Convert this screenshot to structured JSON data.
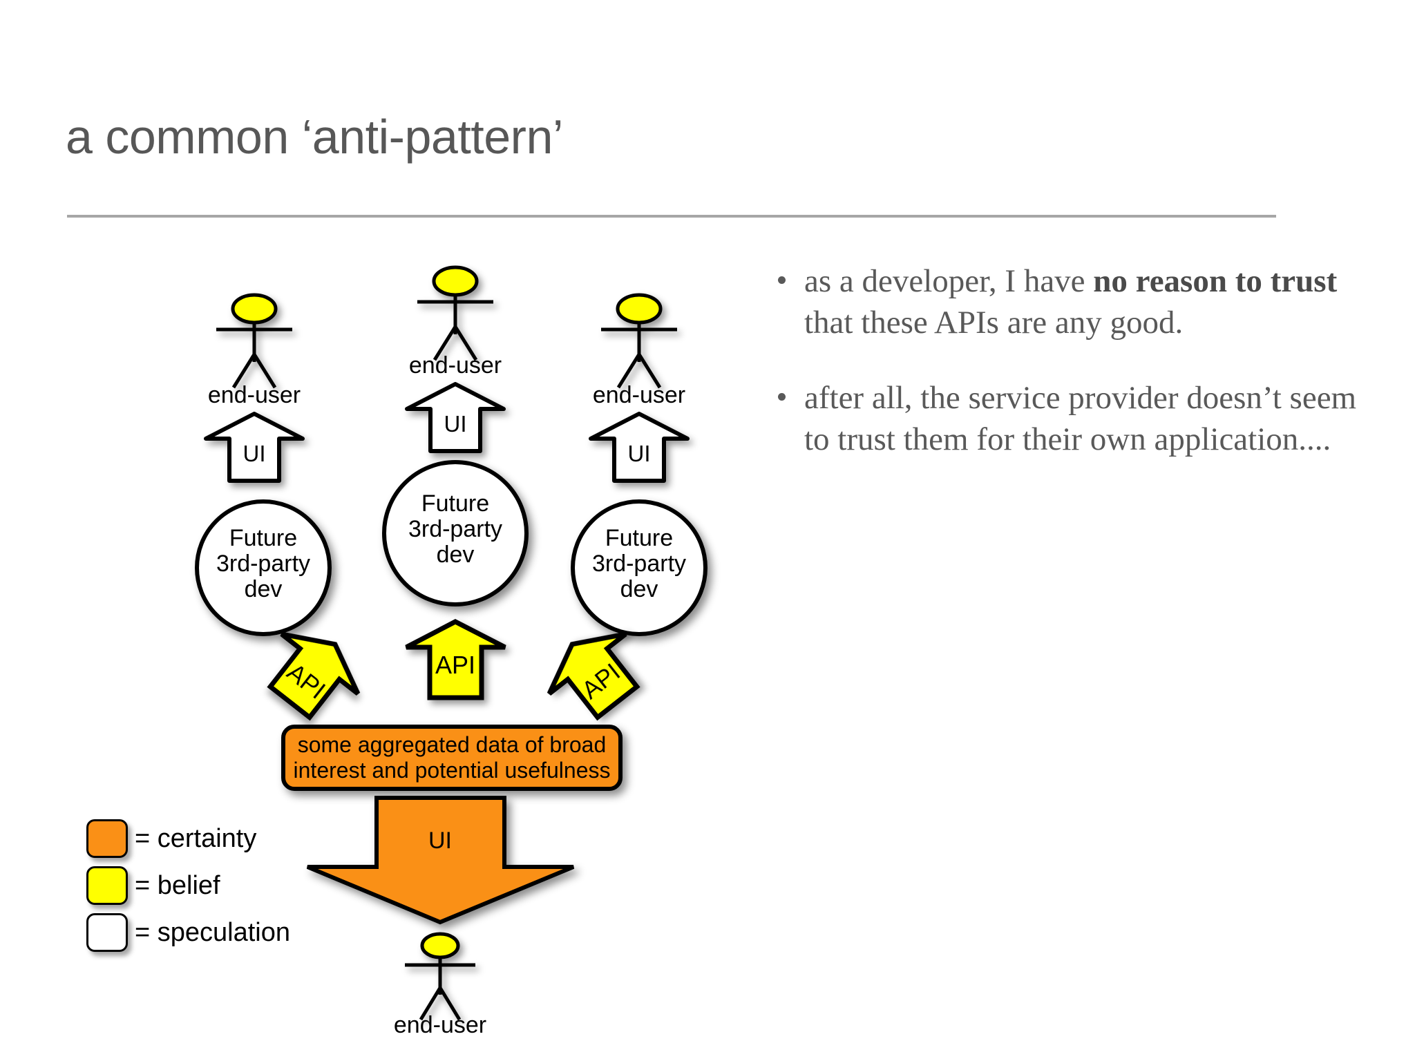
{
  "slide": {
    "title": "a common ‘anti-pattern’",
    "background": "#ffffff",
    "rule_color": "#a6a6a6",
    "title_color": "#575757"
  },
  "bullets": [
    {
      "pre": "as a developer, I have ",
      "bold": "no reason to trust",
      "post": " that these APIs are any good."
    },
    {
      "pre": "after all, the service provider doesn’t seem to trust them for their own application....",
      "bold": "",
      "post": ""
    }
  ],
  "legend": {
    "items": [
      {
        "label": "= certainty",
        "color": "#FA9016"
      },
      {
        "label": "= belief",
        "color": "#FFFF00"
      },
      {
        "label": "= speculation",
        "color": "#FFFFFF"
      }
    ]
  },
  "diagram": {
    "colors": {
      "certainty_orange": "#FA9016",
      "belief_yellow": "#FFFF00",
      "speculation_white": "#FFFFFF",
      "stroke": "#000000",
      "actor_head": "#FFFF00"
    },
    "actors_top": [
      {
        "label": "end-user"
      },
      {
        "label": "end-user"
      },
      {
        "label": "end-user"
      }
    ],
    "ui_arrows_top": [
      {
        "label": "UI"
      },
      {
        "label": "UI"
      },
      {
        "label": "UI"
      }
    ],
    "devs": [
      {
        "line1": "Future",
        "line2": "3rd-party",
        "line3": "dev"
      },
      {
        "line1": "Future",
        "line2": "3rd-party",
        "line3": "dev"
      },
      {
        "line1": "Future",
        "line2": "3rd-party",
        "line3": "dev"
      }
    ],
    "api_arrows": [
      {
        "label": "API"
      },
      {
        "label": "API"
      },
      {
        "label": "API"
      }
    ],
    "service_box": {
      "line1": "some aggregated data of broad",
      "line2": "interest and potential usefulness"
    },
    "ui_arrow_bottom": {
      "label": "UI"
    },
    "actor_bottom": {
      "label": "end-user"
    }
  }
}
